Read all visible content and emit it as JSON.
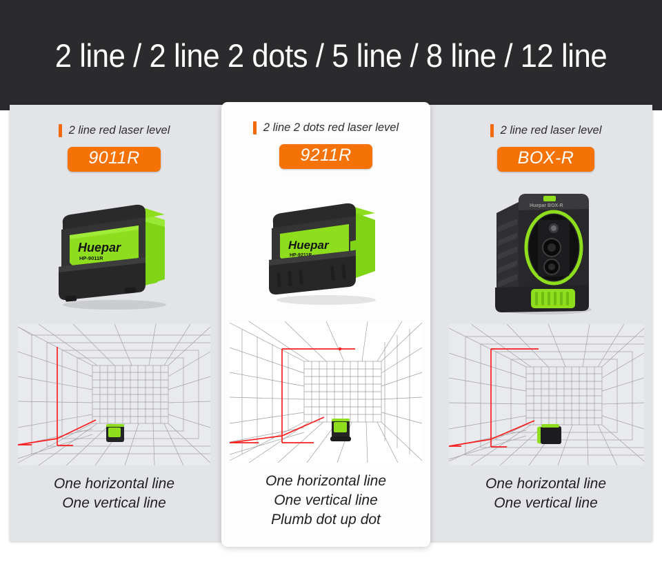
{
  "banner": {
    "title": "2 line / 2 line 2 dots / 5 line / 8 line / 12 line"
  },
  "colors": {
    "banner_background": "#2b2b2d",
    "panel_background": "#e3e4e8",
    "card_highlight_background": "#fdfdfd",
    "accent_orange": "#f57206",
    "tick_orange": "#f26a0d",
    "laser_red": "#fb1d1d",
    "grid_gray": "#9a9a9e",
    "device_green": "#8ede1e"
  },
  "cards": [
    {
      "subtitle": "2 line red laser level",
      "model": "9011R",
      "device_brand": "Huepar",
      "device_model_print": "HP-9011R",
      "caption_lines": [
        "One horizontal line",
        "One vertical line"
      ]
    },
    {
      "subtitle": "2 line 2 dots red laser level",
      "model": "9211R",
      "device_brand": "Huepar",
      "device_model_print": "HP-9211R",
      "caption_lines": [
        "One horizontal line",
        "One vertical line",
        "Plumb dot up dot"
      ]
    },
    {
      "subtitle": "2 line red laser level",
      "model": "BOX-R",
      "device_brand": "Huepar",
      "device_model_print": "",
      "caption_lines": [
        "One horizontal line",
        "One vertical line"
      ]
    }
  ]
}
